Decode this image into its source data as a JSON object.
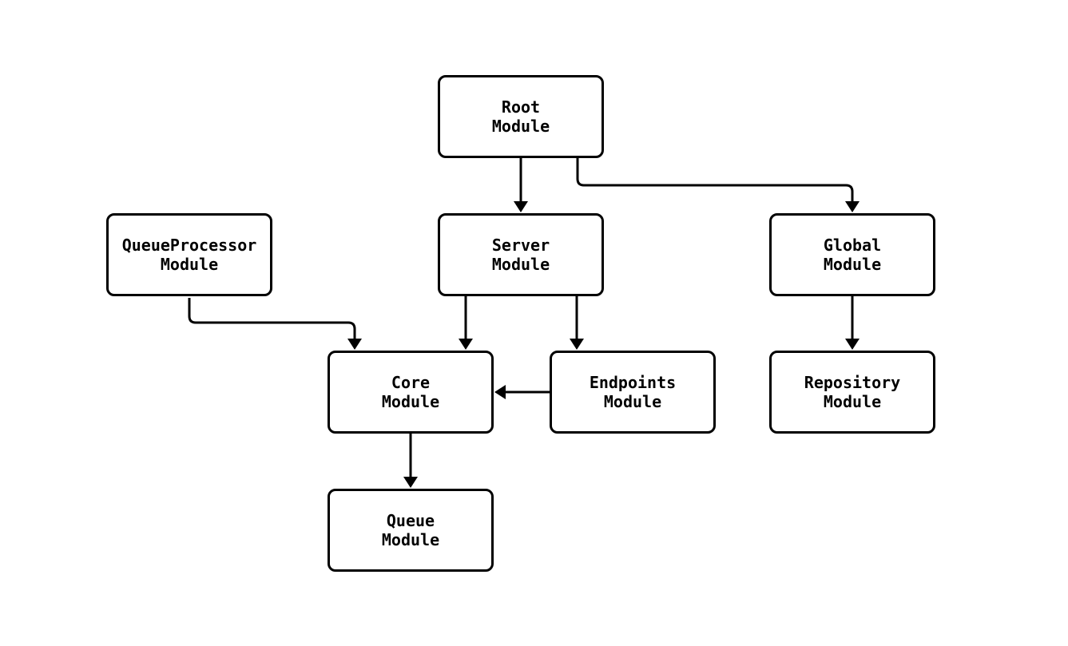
{
  "diagram": {
    "type": "flowchart",
    "background_color": "#ffffff",
    "node_fill_color": "#ffffff",
    "node_border_color": "#000000",
    "text_color": "#000000",
    "nodes": {
      "root": {
        "line1": "Root",
        "line2": "Module"
      },
      "queueprocessor": {
        "line1": "QueueProcessor",
        "line2": "Module"
      },
      "server": {
        "line1": "Server",
        "line2": "Module"
      },
      "global": {
        "line1": "Global",
        "line2": "Module"
      },
      "core": {
        "line1": "Core",
        "line2": "Module"
      },
      "endpoints": {
        "line1": "Endpoints",
        "line2": "Module"
      },
      "repository": {
        "line1": "Repository",
        "line2": "Module"
      },
      "queue": {
        "line1": "Queue",
        "line2": "Module"
      }
    },
    "edges": [
      {
        "from": "Root Module",
        "to": "Server Module"
      },
      {
        "from": "Root Module",
        "to": "Global Module"
      },
      {
        "from": "QueueProcessor Module",
        "to": "Core Module"
      },
      {
        "from": "Server Module",
        "to": "Core Module"
      },
      {
        "from": "Server Module",
        "to": "Endpoints Module"
      },
      {
        "from": "Endpoints Module",
        "to": "Core Module"
      },
      {
        "from": "Global Module",
        "to": "Repository Module"
      },
      {
        "from": "Core Module",
        "to": "Queue Module"
      }
    ]
  }
}
